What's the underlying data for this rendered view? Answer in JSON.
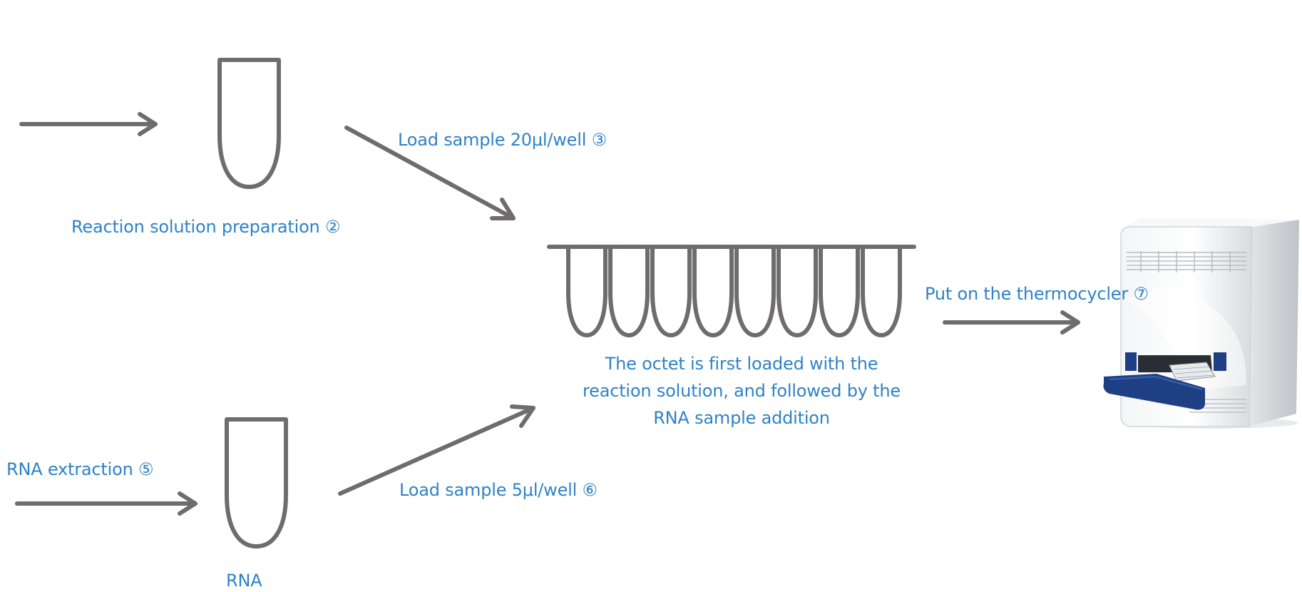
{
  "labels": {
    "reaction_prep": "Reaction solution preparation ②",
    "load_20": "Load sample 20μl/well ③",
    "octet_line1": "The octet is first loaded with the",
    "octet_line2": "reaction solution, and followed by the",
    "octet_line3": "RNA sample addition",
    "rna_extraction": "RNA extraction ⑤",
    "load_5": "Load sample 5μl/well ⑥",
    "rna": "RNA",
    "thermocycler": "Put on the thermocycler ⑦"
  },
  "colors": {
    "stroke": "#6e6c6c",
    "text": "#2f82c6",
    "machine_body": "#eef0f2",
    "machine_accent": "#1f3f85"
  },
  "icons": [
    "tube-icon",
    "octet-strip-icon",
    "thermocycler-icon",
    "arrow-icon"
  ]
}
